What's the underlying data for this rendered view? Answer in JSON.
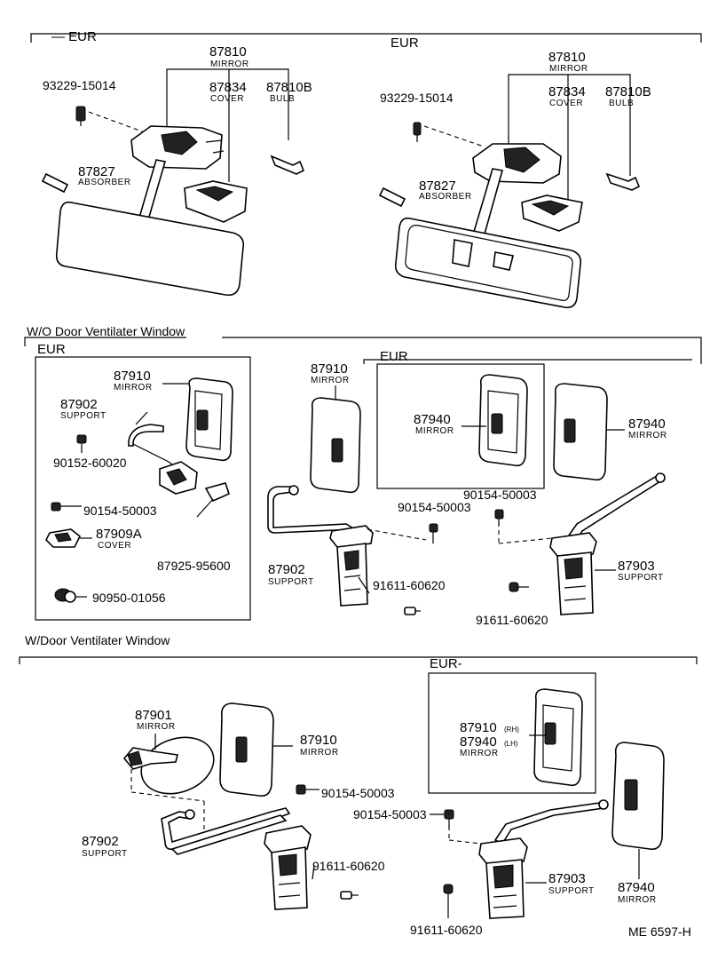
{
  "sections": {
    "top_left_tag": "— EUR",
    "top_right_tag": "EUR",
    "wo_vent": "W/O Door Ventilater Window",
    "wo_vent_box_tag": "EUR",
    "wo_vent_mid_tag": "EUR",
    "w_vent": "W/Door Ventilater Window",
    "w_vent_box_tag": "EUR-"
  },
  "parts": {
    "tl_mirror_no": "87810",
    "tl_mirror_nm": "MIRROR",
    "tl_cover_no": "87834",
    "tl_cover_nm": "COVER",
    "tl_bulb_no": "87810B",
    "tl_bulb_nm": "BULB",
    "tl_screw": "93229-15014",
    "tl_absorber_no": "87827",
    "tl_absorber_nm": "ABSORBER",
    "tr_mirror_no": "87810",
    "tr_mirror_nm": "MIRROR",
    "tr_cover_no": "87834",
    "tr_cover_nm": "COVER",
    "tr_bulb_no": "87810B",
    "tr_bulb_nm": "BULB",
    "tr_screw": "93229-15014",
    "tr_absorber_no": "87827",
    "tr_absorber_nm": "ABSORBER",
    "m1_mirror_no": "87910",
    "m1_mirror_nm": "MIRROR",
    "m1_support_no": "87902",
    "m1_support_nm": "SUPPORT",
    "m1_bolt1": "90152-60020",
    "m1_bolt2": "90154-50003",
    "m1_cover_no": "87909A",
    "m1_cover_nm": "COVER",
    "m1_plate": "87925-95600",
    "m1_grommet": "90950-01056",
    "m2_mirror_no": "87910",
    "m2_mirror_nm": "MIRROR",
    "m2_eur_mirror_no": "87940",
    "m2_eur_mirror_nm": "MIRROR",
    "m2_r_mirror_no": "87940",
    "m2_r_mirror_nm": "MIRROR",
    "m2_bolt_a": "90154-50003",
    "m2_bolt_b": "90154-50003",
    "m2_support_no": "87902",
    "m2_support_nm": "SUPPORT",
    "m2_screw_a": "91611-60620",
    "m2_support_r_no": "87903",
    "m2_support_r_nm": "SUPPORT",
    "m2_screw_b": "91611-60620",
    "b_round_mirror_no": "87901",
    "b_round_mirror_nm": "MIRROR",
    "b_mirror_no": "87910",
    "b_mirror_nm": "MIRROR",
    "b_bolt_a": "90154-50003",
    "b_support_no": "87902",
    "b_support_nm": "SUPPORT",
    "b_screw_a": "91611-60620",
    "b_eur_mirror_rh_no": "87910",
    "b_eur_rh": "(RH)",
    "b_eur_mirror_lh_no": "87940",
    "b_eur_lh": "(LH)",
    "b_eur_mirror_nm": "MIRROR",
    "b_bolt_b": "90154-50003",
    "b_support_r_no": "87903",
    "b_support_r_nm": "SUPPORT",
    "b_screw_b": "91611-60620",
    "b_r_mirror_no": "87940",
    "b_r_mirror_nm": "MIRROR"
  },
  "footer": {
    "code": "ME 6597-H"
  },
  "colors": {
    "ink": "#000000",
    "paper": "#ffffff"
  }
}
